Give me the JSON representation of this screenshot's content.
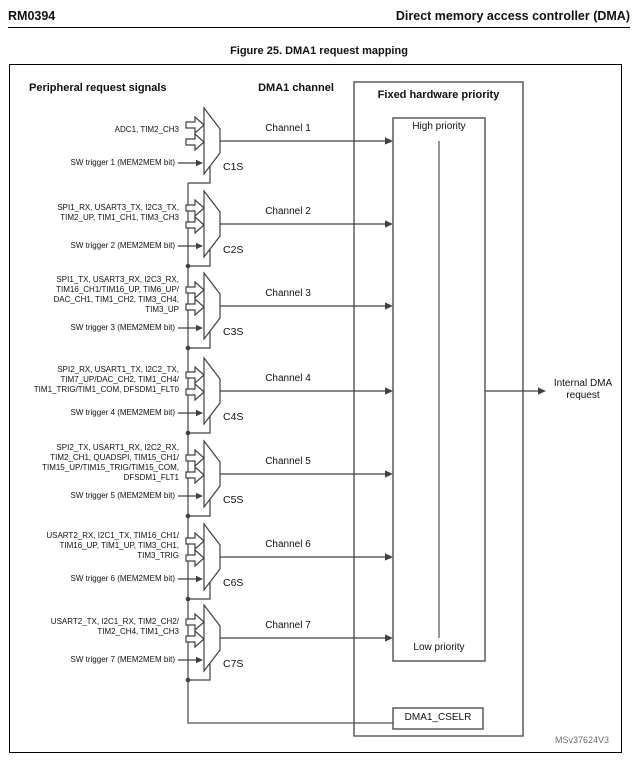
{
  "header": {
    "doc_id": "RM0394",
    "title": "Direct memory access controller (DMA)"
  },
  "figure": {
    "caption": "Figure 25. DMA1 request mapping",
    "watermark": "MSv37624V3",
    "column_headers": {
      "peripheral": "Peripheral request signals",
      "channel": "DMA1 channel",
      "priority": "Fixed hardware priority"
    },
    "priority": {
      "high": "High priority",
      "low": "Low priority"
    },
    "internal_request": "Internal DMA\nrequest",
    "cselr": "DMA1_CSELR",
    "channels": [
      {
        "signals": "ADC1, TIM2_CH3",
        "sw_trigger": "SW trigger 1 (MEM2MEM bit)",
        "label": "Channel 1",
        "mux": "C1S"
      },
      {
        "signals": "SPI1_RX, USART3_TX, I2C3_TX,\nTIM2_UP, TIM1_CH1, TIM3_CH3",
        "sw_trigger": "SW trigger 2 (MEM2MEM bit)",
        "label": "Channel 2",
        "mux": "C2S"
      },
      {
        "signals": "SPI1_TX, USART3_RX, I2C3_RX,\nTIM16_CH1/TIM16_UP, TIM6_UP/\nDAC_CH1, TIM1_CH2, TIM3_CH4,\nTIM3_UP",
        "sw_trigger": "SW trigger 3 (MEM2MEM bit)",
        "label": "Channel 3",
        "mux": "C3S"
      },
      {
        "signals": "SPI2_RX, USART1_TX, I2C2_TX,\nTIM7_UP/DAC_CH2, TIM1_CH4/\nTIM1_TRIG/TIM1_COM, DFSDM1_FLT0",
        "sw_trigger": "SW trigger 4 (MEM2MEM bit)",
        "label": "Channel 4",
        "mux": "C4S"
      },
      {
        "signals": "SPI2_TX, USART1_RX, I2C2_RX,\nTIM2_CH1, QUADSPI, TIM15_CH1/\nTIM15_UP/TIM15_TRIG/TIM15_COM,\nDFSDM1_FLT1",
        "sw_trigger": "SW trigger 5 (MEM2MEM bit)",
        "label": "Channel 5",
        "mux": "C5S"
      },
      {
        "signals": "USART2_RX, I2C1_TX, TIM16_CH1/\nTIM16_UP, TIM1_UP, TIM3_CH1,\nTIM3_TRIG",
        "sw_trigger": "SW trigger 6 (MEM2MEM bit)",
        "label": "Channel 6",
        "mux": "C6S"
      },
      {
        "signals": "USART2_TX, I2C1_RX, TIM2_CH2/\nTIM2_CH4, TIM1_CH3",
        "sw_trigger": "SW trigger 7 (MEM2MEM bit)",
        "label": "Channel 7",
        "mux": "C7S"
      }
    ]
  },
  "colors": {
    "line": "#414042",
    "box": "#4d4f53",
    "bus": "#808285",
    "watermark": "#6e7073"
  }
}
